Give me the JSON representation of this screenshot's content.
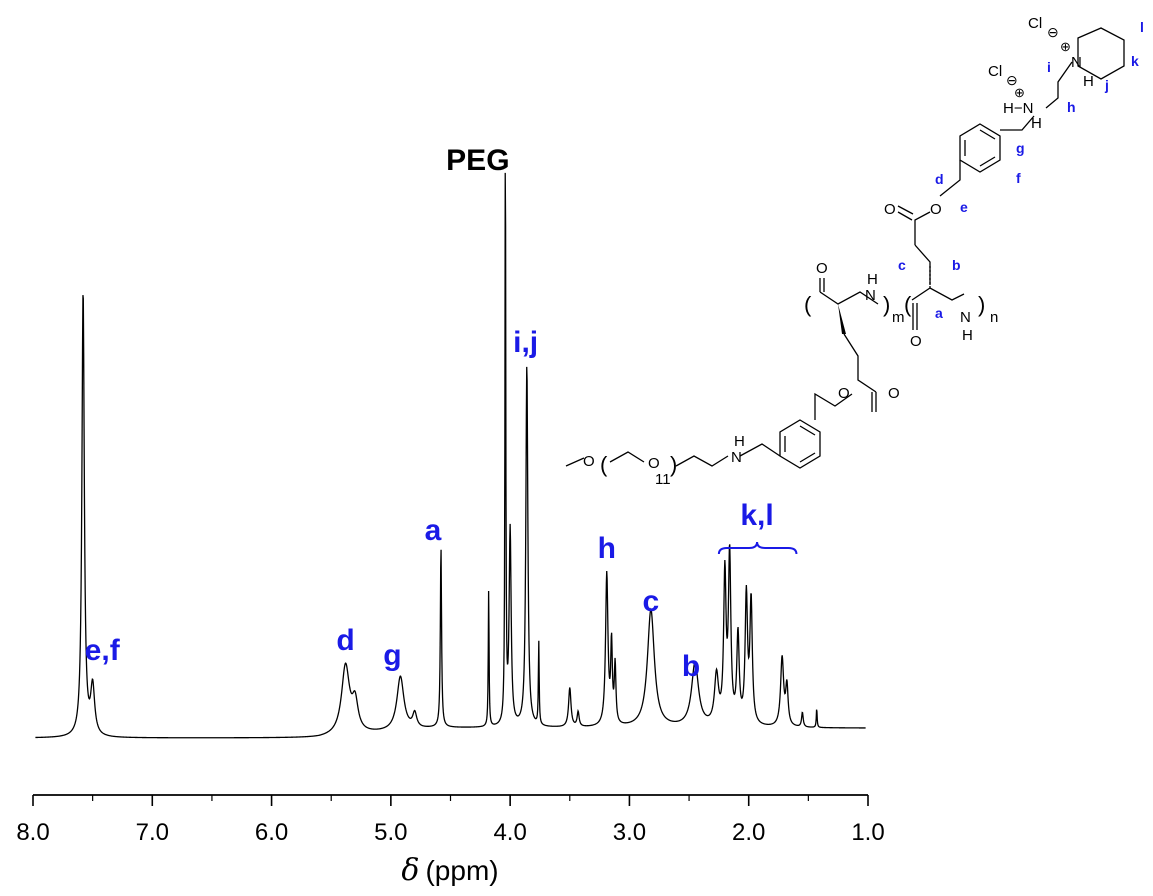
{
  "chart_data": {
    "type": "line",
    "title": "",
    "xlabel_symbol": "δ",
    "xlabel_unit": "(ppm)",
    "xlim": [
      8.0,
      1.0
    ],
    "x_reversed": true,
    "ylim": [
      0,
      1
    ],
    "y_axis_shown": false,
    "grid": false,
    "x_ticks": [
      "8.0",
      "7.0",
      "6.0",
      "5.0",
      "4.0",
      "3.0",
      "2.0",
      "1.0"
    ],
    "series": [
      {
        "line_color": "#000000",
        "peaks": [
          {
            "x": 7.58,
            "y": 0.91,
            "w": 0.012
          },
          {
            "x": 7.5,
            "y": 0.1,
            "w": 0.02
          },
          {
            "x": 5.38,
            "y": 0.14,
            "w": 0.04
          },
          {
            "x": 5.3,
            "y": 0.06,
            "w": 0.03
          },
          {
            "x": 4.92,
            "y": 0.11,
            "w": 0.035
          },
          {
            "x": 4.8,
            "y": 0.03,
            "w": 0.02
          },
          {
            "x": 4.58,
            "y": 0.37,
            "w": 0.006
          },
          {
            "x": 4.18,
            "y": 0.28,
            "w": 0.004
          },
          {
            "x": 4.04,
            "y": 1.22,
            "w": 0.004
          },
          {
            "x": 4.0,
            "y": 0.4,
            "w": 0.01
          },
          {
            "x": 3.86,
            "y": 0.74,
            "w": 0.01
          },
          {
            "x": 3.76,
            "y": 0.17,
            "w": 0.004
          },
          {
            "x": 3.5,
            "y": 0.08,
            "w": 0.012
          },
          {
            "x": 3.43,
            "y": 0.03,
            "w": 0.01
          },
          {
            "x": 3.19,
            "y": 0.31,
            "w": 0.012
          },
          {
            "x": 3.15,
            "y": 0.16,
            "w": 0.008
          },
          {
            "x": 3.12,
            "y": 0.12,
            "w": 0.008
          },
          {
            "x": 2.82,
            "y": 0.24,
            "w": 0.035
          },
          {
            "x": 2.45,
            "y": 0.13,
            "w": 0.035
          },
          {
            "x": 2.27,
            "y": 0.1,
            "w": 0.02
          },
          {
            "x": 2.2,
            "y": 0.3,
            "w": 0.012
          },
          {
            "x": 2.16,
            "y": 0.34,
            "w": 0.012
          },
          {
            "x": 2.09,
            "y": 0.18,
            "w": 0.012
          },
          {
            "x": 2.02,
            "y": 0.26,
            "w": 0.012
          },
          {
            "x": 1.98,
            "y": 0.25,
            "w": 0.012
          },
          {
            "x": 1.72,
            "y": 0.14,
            "w": 0.015
          },
          {
            "x": 1.68,
            "y": 0.08,
            "w": 0.012
          },
          {
            "x": 1.55,
            "y": 0.03,
            "w": 0.008
          },
          {
            "x": 1.43,
            "y": 0.04,
            "w": 0.004
          }
        ]
      }
    ],
    "annotations": [
      {
        "id": "ef",
        "text": "e,f",
        "x": 7.42
      },
      {
        "id": "d",
        "text": "d",
        "x": 5.38
      },
      {
        "id": "g",
        "text": "g",
        "x": 4.92
      },
      {
        "id": "a",
        "text": "a",
        "x": 4.58
      },
      {
        "id": "peg",
        "text": "PEG",
        "x": 4.17
      },
      {
        "id": "ij",
        "text": "i,j",
        "x": 3.87
      },
      {
        "id": "h",
        "text": "h",
        "x": 3.19
      },
      {
        "id": "c",
        "text": "c",
        "x": 2.82
      },
      {
        "id": "b",
        "text": "b",
        "x": 2.45
      },
      {
        "id": "kl",
        "text": "k,l",
        "x": 1.93,
        "range": [
          2.25,
          1.6
        ]
      }
    ]
  },
  "structure": {
    "cl1": "Cl",
    "cl2": "Cl",
    "minus": "⊖",
    "plus": "⊕",
    "n_plus": "N",
    "h_n": "H",
    "hn_left": "H−N",
    "hn_h": "H",
    "o": "O",
    "nh": "H",
    "n": "N",
    "sub_m": "m",
    "sub_n": "n",
    "sub_11": "11",
    "peg_start": "O",
    "labels": {
      "l": "l",
      "k": "k",
      "j": "j",
      "i": "i",
      "h": "h",
      "g": "g",
      "f": "f",
      "e": "e",
      "d": "d",
      "c": "c",
      "b": "b",
      "a": "a"
    }
  }
}
